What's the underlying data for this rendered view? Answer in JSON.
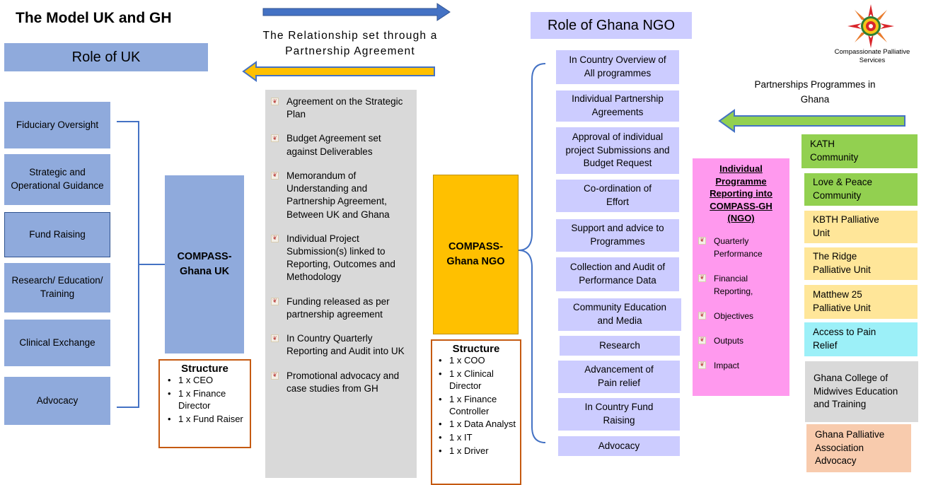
{
  "title": "The Model UK and GH",
  "uk_header": "Role of UK",
  "ngo_header": "Role of Ghana NGO",
  "relationship_text": "The Relationship set through a Partnership Agreement",
  "logo_caption": "Compassionate Palliative Services",
  "partnerships_label": "Partnerships Programmes in Ghana",
  "uk_roles": [
    "Fiduciary Oversight",
    "Strategic and Operational Guidance",
    "Fund Raising",
    "Research/ Education/ Training",
    "Clinical Exchange",
    "Advocacy"
  ],
  "compass_uk": "COMPASS-Ghana UK",
  "uk_structure": {
    "title": "Structure",
    "items": [
      "1 x CEO",
      "1 x Finance Director",
      "1 x Fund Raiser"
    ]
  },
  "agreements": [
    "Agreement on the Strategic Plan",
    "Budget Agreement set against Deliverables",
    "Memorandum of Understanding and Partnership Agreement, Between UK and Ghana",
    "Individual Project Submission(s) linked to Reporting, Outcomes and Methodology",
    "Funding released as per partnership agreement",
    "In Country Quarterly Reporting and Audit into UK",
    "Promotional advocacy and case studies from GH"
  ],
  "compass_ngo": "COMPASS-Ghana NGO",
  "ngo_structure": {
    "title": "Structure",
    "items": [
      "1 x COO",
      "1 x Clinical Director",
      "1 x Finance Controller",
      "1 x Data Analyst",
      "1 x IT",
      "1 x Driver"
    ]
  },
  "ngo_roles": [
    "In Country Overview of All programmes",
    "Individual Partnership Agreements",
    "Approval of individual project Submissions and Budget Request",
    "Co-ordination of Effort",
    "Support and advice to Programmes",
    "Collection and Audit of Performance Data",
    "Community Education and Media",
    "Research",
    "Advancement of Pain relief",
    "In Country Fund Raising",
    "Advocacy"
  ],
  "reporting": {
    "title": "Individual Programme Reporting into COMPASS-GH (NGO)",
    "items": [
      "Quarterly Performance",
      "Financial Reporting,",
      "Objectives",
      "Outputs",
      "Impact"
    ]
  },
  "programmes": [
    {
      "name": "KATH Community",
      "color": "#92d050"
    },
    {
      "name": "Love & Peace Community",
      "color": "#92d050"
    },
    {
      "name": "KBTH Palliative Unit",
      "color": "#ffe699"
    },
    {
      "name": "The Ridge Palliative Unit",
      "color": "#ffe699"
    },
    {
      "name": "Matthew 25 Palliative Unit",
      "color": "#ffe699"
    },
    {
      "name": "Access to Pain Relief",
      "color": "#9cf0f8"
    },
    {
      "name": "Ghana College of Midwives Education and Training",
      "color": "#d9d9d9"
    },
    {
      "name": "Ghana Palliative Association Advocacy",
      "color": "#f8cbad"
    }
  ],
  "colors": {
    "uk_blue": "#8faadc",
    "lavender": "#ccccff",
    "gold": "#ffc000",
    "pink": "#ff99ee",
    "arrow_blue": "#4472c4",
    "arrow_gold": "#ffc000",
    "arrow_green": "#92d050",
    "struct_border": "#c55a11",
    "grey_panel": "#d9d9d9"
  }
}
